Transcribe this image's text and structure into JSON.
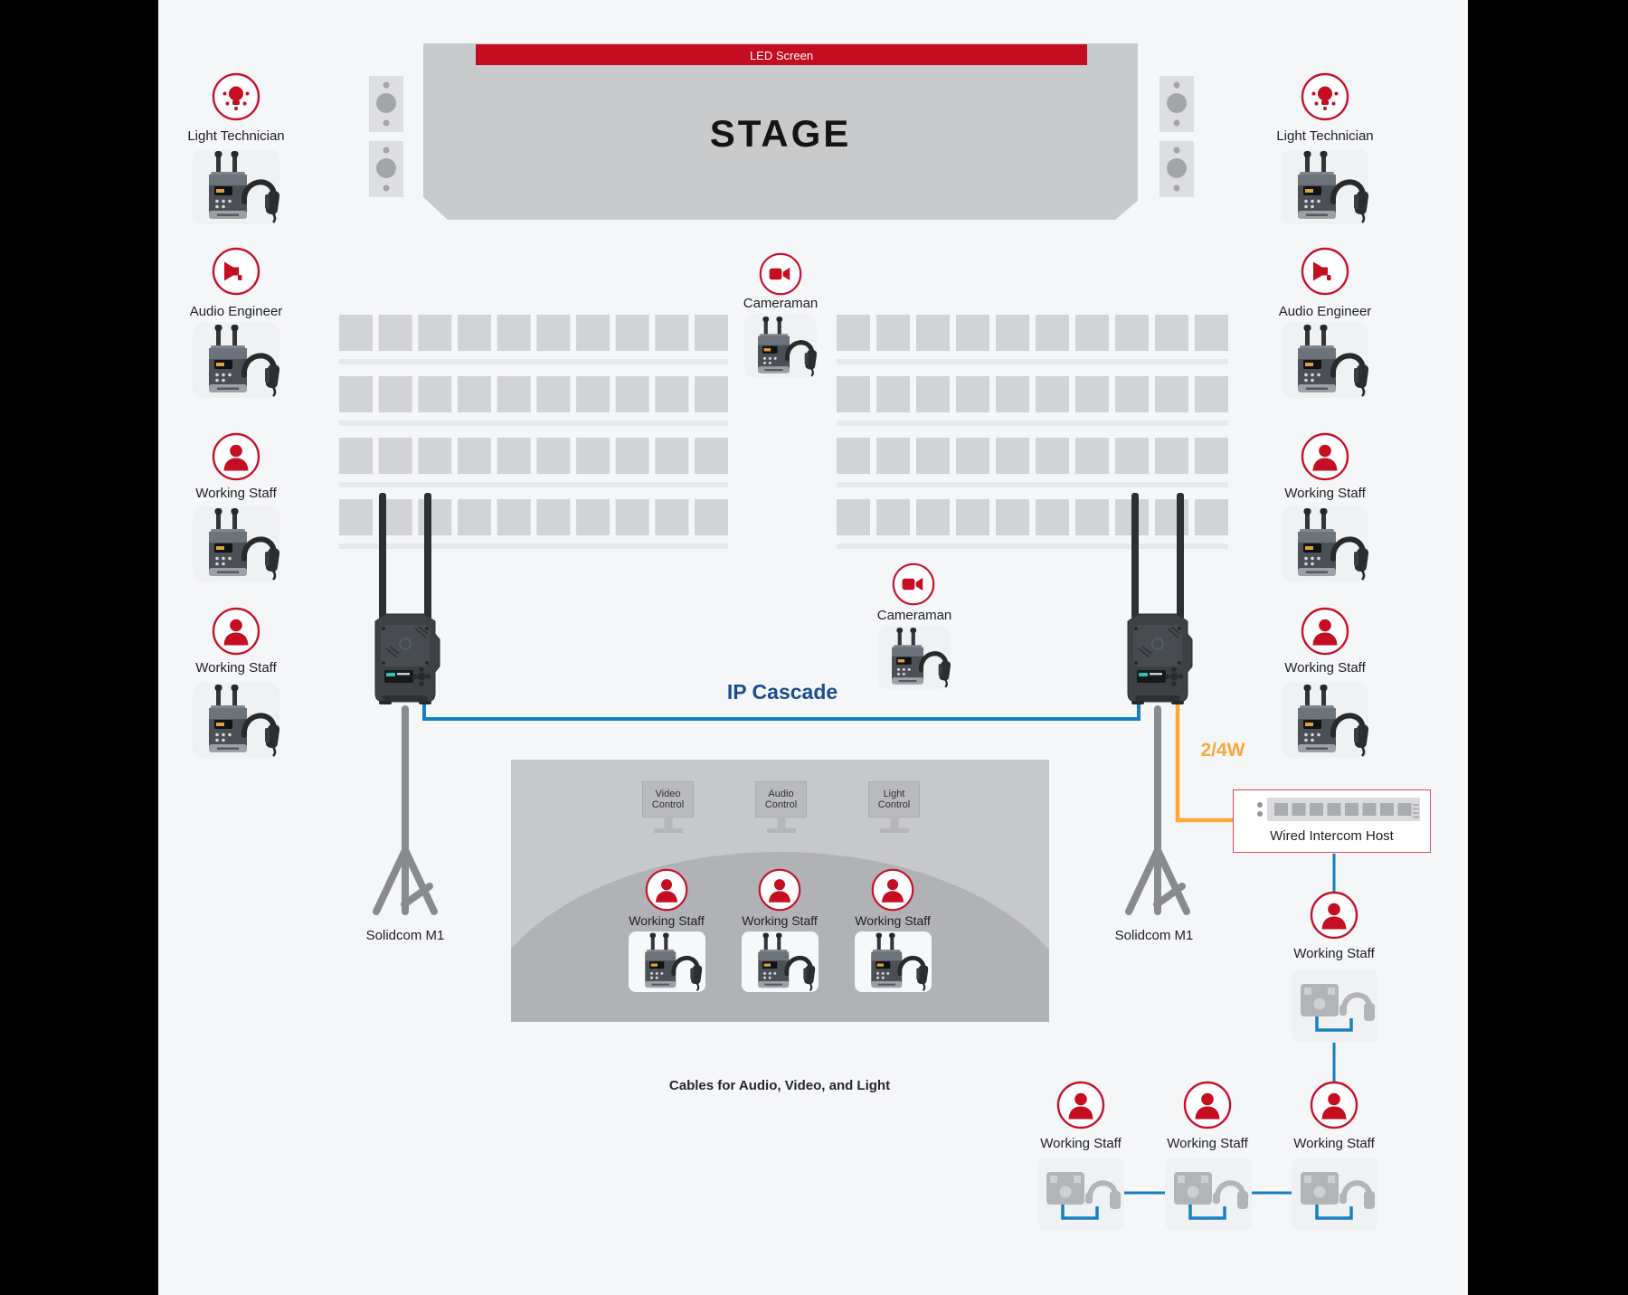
{
  "labels": {
    "light_technician": "Light Technician",
    "audio_engineer": "Audio Engineer",
    "working_staff": "Working Staff",
    "cameraman": "Cameraman",
    "solidcom_m1": "Solidcom M1",
    "wired_intercom_host": "Wired Intercom Host",
    "ip_cascade": "IP Cascade",
    "two_four_wire": "2/4W",
    "stage": "STAGE",
    "led_screen": "LED Screen",
    "cables_caption": "Cables for Audio, Video, and Light"
  },
  "control_room": {
    "monitors": [
      {
        "label": "Video Control"
      },
      {
        "label": "Audio Control"
      },
      {
        "label": "Light Control"
      }
    ]
  },
  "seating": {
    "blocks": 2,
    "rows_per_block": 4,
    "seats_per_row": 10
  },
  "colors": {
    "accent_red": "#c30d20",
    "line_blue": "#157fc4",
    "line_orange": "#f9a83a",
    "ip_cascade_text": "#1b4e8c",
    "stage_gray": "#c9cacc",
    "seat_gray": "#d2d3d6"
  }
}
